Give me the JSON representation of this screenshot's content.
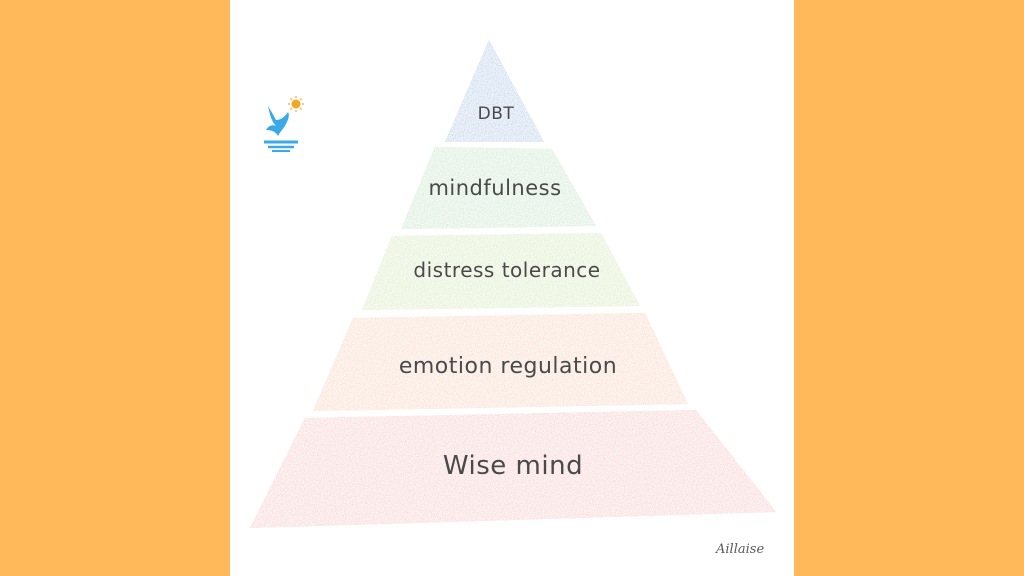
{
  "diagram": {
    "type": "pyramid",
    "layers": [
      {
        "label": "DBT",
        "color": "#6FA8DC"
      },
      {
        "label": "mindfulness",
        "color": "#A6D9A8"
      },
      {
        "label": "distress tolerance",
        "color": "#C2E08A"
      },
      {
        "label": "emotion regulation",
        "color": "#F6B98E"
      },
      {
        "label": "Wise mind",
        "color": "#F3A3A0"
      }
    ],
    "signature": "Aillaise"
  },
  "colors": {
    "background": "#FFB85A",
    "card": "#FFFFFF",
    "text": "#4A4A4A",
    "logo": "#3BA9E8",
    "logo_sun": "#F5A623"
  },
  "logo": {
    "icon": "bird-sun-logo-icon"
  }
}
